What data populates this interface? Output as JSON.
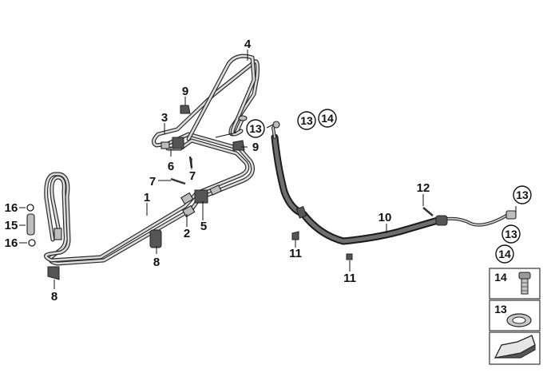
{
  "labels": {
    "p1": "1",
    "p2": "2",
    "p3": "3",
    "p4": "4",
    "p5": "5",
    "p6": "6",
    "p7a": "7",
    "p7b": "7",
    "p8a": "8",
    "p8b": "8",
    "p9a": "9",
    "p9b": "9",
    "p10": "10",
    "p11a": "11",
    "p11b": "11",
    "p12": "12",
    "p13a": "13",
    "p13b": "13",
    "p13c": "13",
    "p13d": "13",
    "p14a": "14",
    "p14b": "14",
    "p15": "15",
    "p16a": "16",
    "p16b": "16"
  },
  "legend": {
    "top_label": "14",
    "mid_label": "13"
  }
}
